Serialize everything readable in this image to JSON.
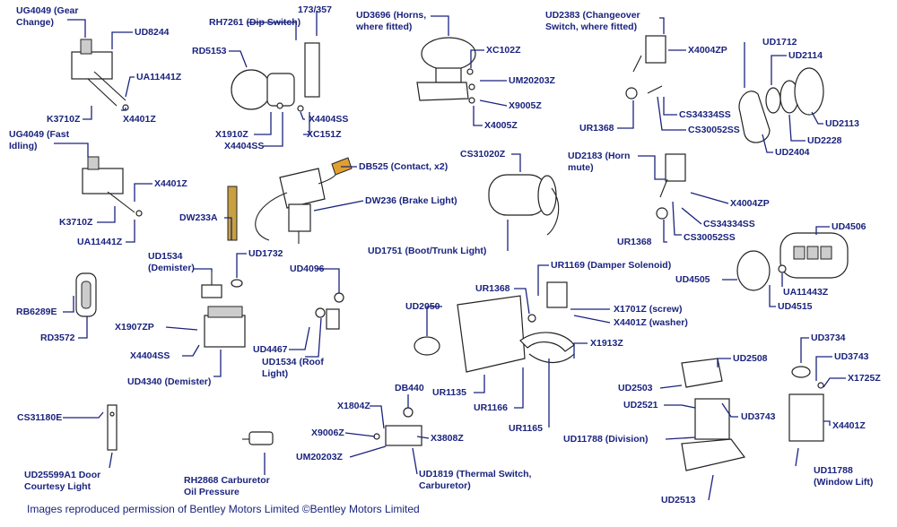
{
  "labels": {
    "ug4049_gear": "UG4049 (Gear\nChange)",
    "ud8244": "UD8244",
    "ua11441z_1": "UA11441Z",
    "k3710z_1": "K3710Z",
    "x4401z_1": "X4401Z",
    "ug4049_fast": "UG4049 (Fast\nIdling)",
    "x4401z_2": "X4401Z",
    "k3710z_2": "K3710Z",
    "ua11441z_2": "UA11441Z",
    "rh7261": "RH7261 (Dip Switch)",
    "p173_357": "173/357",
    "rd5153": "RD5153",
    "x1910z": "X1910Z",
    "x4404ss_1": "X4404SS",
    "x4404ss_2": "X4404SS",
    "xc151z": "XC151Z",
    "ud3696": "UD3696 (Horns,\nwhere fitted)",
    "xc102z": "XC102Z",
    "um20203z_1": "UM20203Z",
    "x9005z": "X9005Z",
    "x4005z": "X4005Z",
    "ud2383": "UD2383 (Changeover\nSwitch, where fitted)",
    "x4004zp_1": "X4004ZP",
    "ur1368_1": "UR1368",
    "cs34334ss_1": "CS34334SS",
    "cs30052ss_1": "CS30052SS",
    "ud1712": "UD1712",
    "ud2114": "UD2114",
    "ud2113": "UD2113",
    "ud2228": "UD2228",
    "ud2404": "UD2404",
    "db525": "DB525 (Contact, x2)",
    "dw236": "DW236 (Brake Light)",
    "dw233a": "DW233A",
    "cs31020z": "CS31020Z",
    "ud1751": "UD1751 (Boot/Trunk Light)",
    "ud2183": "UD2183 (Horn\nmute)",
    "x4004zp_2": "X4004ZP",
    "cs34334ss_2": "CS34334SS",
    "ur1368_2": "UR1368",
    "cs30052ss_2": "CS30052SS",
    "ud4506": "UD4506",
    "ud4505": "UD4505",
    "ua11443z": "UA11443Z",
    "ud4515": "UD4515",
    "ud1534_demister": "UD1534\n(Demister)",
    "ud1732": "UD1732",
    "ud4096": "UD4096",
    "rb6289e": "RB6289E",
    "rd3572": "RD3572",
    "x1907zp": "X1907ZP",
    "x4404ss_3": "X4404SS",
    "ud4340": "UD4340 (Demister)",
    "ud4467": "UD4467",
    "ud1534_roof": "UD1534 (Roof\nLight)",
    "ur1169": "UR1169 (Damper Solenoid)",
    "ur1368_3": "UR1368",
    "ud2050": "UD2050",
    "x1701z": "X1701Z (screw)",
    "x4401z_washer": "X4401Z (washer)",
    "x1913z": "X1913Z",
    "ur1135": "UR1135",
    "ur1166": "UR1166",
    "ur1165": "UR1165",
    "ud3734": "UD3734",
    "ud3743_1": "UD3743",
    "x1725z": "X1725Z",
    "ud2508": "UD2508",
    "ud2503": "UD2503",
    "ud2521": "UD2521",
    "ud3743_2": "UD3743",
    "x4401z_3": "X4401Z",
    "ud11788_div": "UD11788 (Division)",
    "ud11788_win": "UD11788\n(Window Lift)",
    "ud2513": "UD2513",
    "cs31180e": "CS31180E",
    "ud25599a1": "UD25599A1 Door\nCourtesy Light",
    "db440": "DB440",
    "x1804z": "X1804Z",
    "x9006z": "X9006Z",
    "x3808z": "X3808Z",
    "um20203z_2": "UM20203Z",
    "ud1819": "UD1819 (Thermal Switch,\nCarburetor)",
    "rh2868": "RH2868 Carburetor\nOil Pressure"
  },
  "footer": "Images reproduced permission of Bentley Motors Limited ©Bentley Motors Limited",
  "colors": {
    "label": "#1a237e",
    "line": "#1a237e",
    "ink": "#222222",
    "contact": "#e0a030",
    "rod": "#c8a040"
  }
}
